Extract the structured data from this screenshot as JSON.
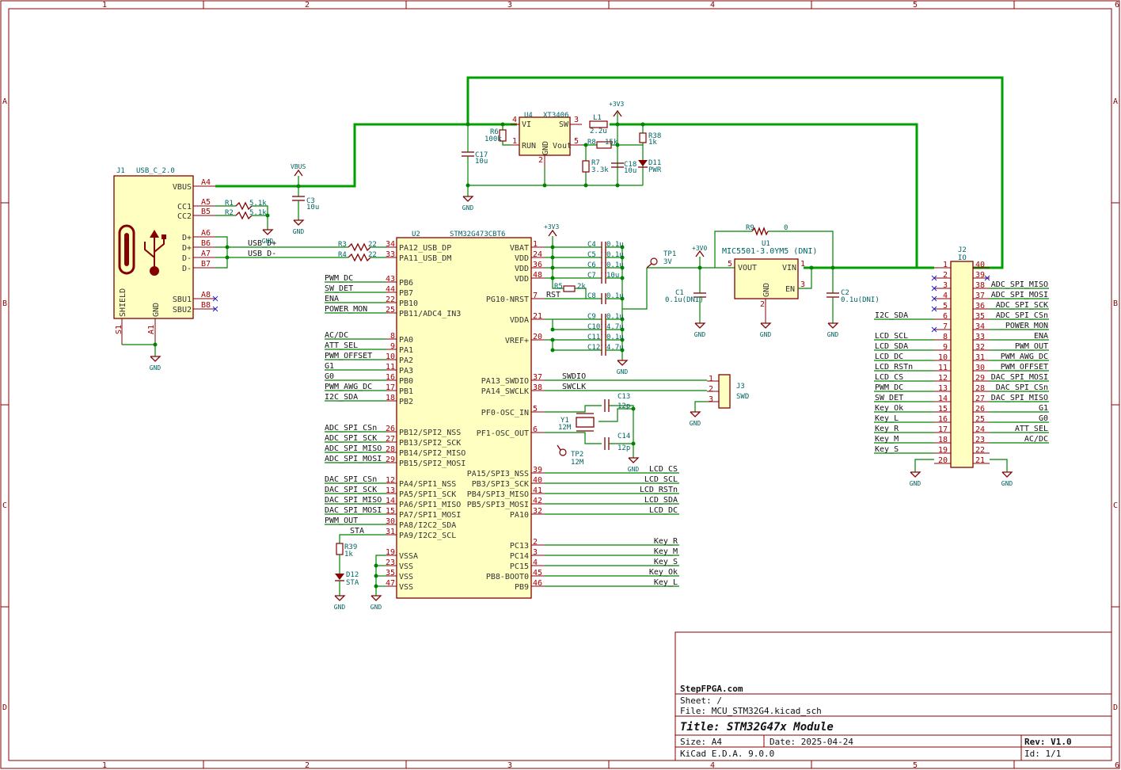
{
  "frame": {
    "columns": [
      "1",
      "2",
      "3",
      "4",
      "5",
      "6"
    ],
    "rows": [
      "A",
      "B",
      "C",
      "D"
    ]
  },
  "title_block": {
    "company": "StepFPGA.com",
    "sheet": "Sheet: /",
    "file": "File: MCU_STM32G4.kicad_sch",
    "title": "Title: STM32G47x Module",
    "size": "Size: A4",
    "date": "Date: 2025-04-24",
    "rev": "Rev: V1.0",
    "tool": "KiCad E.D.A. 9.0.0",
    "id": "Id: 1/1"
  },
  "usb": {
    "ref": "J1",
    "value": "USB_C_2.0",
    "pins": [
      {
        "num": "A4",
        "name": "VBUS"
      },
      {
        "num": "A5",
        "name": "CC1"
      },
      {
        "num": "B5",
        "name": "CC2"
      },
      {
        "num": "A6",
        "name": "D+"
      },
      {
        "num": "B6",
        "name": "D+"
      },
      {
        "num": "A7",
        "name": "D-"
      },
      {
        "num": "B7",
        "name": "D-"
      },
      {
        "num": "A8",
        "name": "SBU1"
      },
      {
        "num": "B8",
        "name": "SBU2"
      }
    ],
    "shield": "SHIELD",
    "gnd": "GND",
    "s1": "S1",
    "a1": "A1"
  },
  "nets_usb": {
    "dp": "USB_D+",
    "dm": "USB_D-"
  },
  "mcu": {
    "ref": "U2",
    "value": "STM32G473CBT6",
    "left_pins": [
      {
        "num": "34",
        "name": "PA12_USB_DP"
      },
      {
        "num": "33",
        "name": "PA11_USB_DM"
      },
      {
        "num": "43",
        "name": "PB6"
      },
      {
        "num": "44",
        "name": "PB7"
      },
      {
        "num": "22",
        "name": "PB10"
      },
      {
        "num": "25",
        "name": "PB11/ADC4_IN3"
      },
      {
        "num": "8",
        "name": "PA0"
      },
      {
        "num": "9",
        "name": "PA1"
      },
      {
        "num": "10",
        "name": "PA2"
      },
      {
        "num": "11",
        "name": "PA3"
      },
      {
        "num": "16",
        "name": "PB0"
      },
      {
        "num": "17",
        "name": "PB1"
      },
      {
        "num": "18",
        "name": "PB2"
      },
      {
        "num": "26",
        "name": "PB12/SPI2_NSS"
      },
      {
        "num": "27",
        "name": "PB13/SPI2_SCK"
      },
      {
        "num": "28",
        "name": "PB14/SPI2_MISO"
      },
      {
        "num": "29",
        "name": "PB15/SPI2_MOSI"
      },
      {
        "num": "12",
        "name": "PA4/SPI1_NSS"
      },
      {
        "num": "13",
        "name": "PA5/SPI1_SCK"
      },
      {
        "num": "14",
        "name": "PA6/SPI1_MISO"
      },
      {
        "num": "15",
        "name": "PA7/SPI1_MOSI"
      },
      {
        "num": "30",
        "name": "PA8/I2C2_SDA"
      },
      {
        "num": "31",
        "name": "PA9/I2C2_SCL"
      },
      {
        "num": "19",
        "name": "VSSA"
      },
      {
        "num": "23",
        "name": "VSS"
      },
      {
        "num": "35",
        "name": "VSS"
      },
      {
        "num": "47",
        "name": "VSS"
      }
    ],
    "left_nets": [
      "",
      "",
      "PWM_DC",
      "SW_DET",
      "ENA",
      "POWER_MON",
      "AC/DC",
      "ATT_SEL",
      "PWM_OFFSET",
      "G1",
      "G0",
      "PWM_AWG_DC",
      "I2C_SDA",
      "ADC_SPI_CSn",
      "ADC_SPI_SCK",
      "ADC_SPI_MISO",
      "ADC_SPI_MOSI",
      "DAC_SPI_CSn",
      "DAC_SPI_SCK",
      "DAC_SPI_MISO",
      "DAC_SPI_MOSI",
      "PWM_OUT",
      "STA",
      "",
      "",
      "",
      ""
    ],
    "right_pins": [
      {
        "num": "1",
        "name": "VBAT"
      },
      {
        "num": "24",
        "name": "VDD"
      },
      {
        "num": "36",
        "name": "VDD"
      },
      {
        "num": "48",
        "name": "VDD"
      },
      {
        "num": "7",
        "name": "PG10-NRST"
      },
      {
        "num": "21",
        "name": "VDDA"
      },
      {
        "num": "20",
        "name": "VREF+"
      },
      {
        "num": "37",
        "name": "PA13_SWDIO"
      },
      {
        "num": "38",
        "name": "PA14_SWCLK"
      },
      {
        "num": "5",
        "name": "PF0-OSC_IN"
      },
      {
        "num": "6",
        "name": "PF1-OSC_OUT"
      },
      {
        "num": "39",
        "name": "PA15/SPI3_NSS"
      },
      {
        "num": "40",
        "name": "PB3/SPI3_SCK"
      },
      {
        "num": "41",
        "name": "PB4/SPI3_MISO"
      },
      {
        "num": "42",
        "name": "PB5/SPI3_MOSI"
      },
      {
        "num": "32",
        "name": "PA10"
      },
      {
        "num": "2",
        "name": "PC13"
      },
      {
        "num": "3",
        "name": "PC14"
      },
      {
        "num": "4",
        "name": "PC15"
      },
      {
        "num": "45",
        "name": "PB8-BOOT0"
      },
      {
        "num": "46",
        "name": "PB9"
      }
    ],
    "right_nets": [
      "",
      "",
      "",
      "",
      "RST",
      "",
      "",
      "SWDIO",
      "SWCLK",
      "",
      "",
      "LCD_CS",
      "LCD_SCL",
      "LCD_RSTn",
      "LCD_SDA",
      "LCD_DC",
      "Key_R",
      "Key_M",
      "Key_S",
      "Key_Ok",
      "Key_L"
    ]
  },
  "regulator": {
    "ref": "U4",
    "value": "XT3406",
    "pins": [
      {
        "num": "4",
        "name": "VI"
      },
      {
        "num": "3",
        "name": "SW"
      },
      {
        "num": "1",
        "name": "RUN"
      },
      {
        "num": "5",
        "name": "Vout"
      },
      {
        "num": "2",
        "name": "GND"
      }
    ]
  },
  "ldo": {
    "ref": "U1",
    "value": "MIC5501-3.0YM5 (DNI)",
    "pins": [
      {
        "num": "5",
        "name": "VOUT"
      },
      {
        "num": "1",
        "name": "VIN"
      },
      {
        "num": "3",
        "name": "EN"
      },
      {
        "num": "2",
        "name": "GND"
      }
    ]
  },
  "swd": {
    "ref": "J3",
    "value": "SWD",
    "pins": [
      "1",
      "2",
      "3"
    ]
  },
  "io": {
    "ref": "J2",
    "value": "IO",
    "left_nums": [
      "1",
      "2",
      "3",
      "4",
      "5",
      "6",
      "7",
      "8",
      "9",
      "10",
      "11",
      "12",
      "13",
      "14",
      "15",
      "16",
      "17",
      "18",
      "19",
      "20"
    ],
    "right_nums": [
      "40",
      "39",
      "38",
      "37",
      "36",
      "35",
      "34",
      "33",
      "32",
      "31",
      "30",
      "29",
      "28",
      "27",
      "26",
      "25",
      "24",
      "23",
      "22",
      "21"
    ],
    "left_nets": [
      "",
      "",
      "",
      "",
      "",
      "I2C_SDA",
      "",
      "LCD_SCL",
      "LCD_SDA",
      "LCD_DC",
      "LCD_RSTn",
      "LCD_CS",
      "PWM_DC",
      "SW_DET",
      "Key_Ok",
      "Key_L",
      "Key_R",
      "Key_M",
      "Key_S",
      ""
    ],
    "right_nets": [
      "",
      "",
      "ADC_SPI_MISO",
      "ADC_SPI_MOSI",
      "ADC_SPI_SCK",
      "ADC_SPI_CSn",
      "POWER_MON",
      "ENA",
      "PWM_OUT",
      "PWM_AWG_DC",
      "PWM_OFFSET",
      "DAC_SPI_MOSI",
      "DAC_SPI_CSn",
      "DAC_SPI_MISO",
      "G1",
      "G0",
      "ATT_SEL",
      "AC/DC",
      "",
      ""
    ]
  },
  "parts": {
    "R1": {
      "ref": "R1",
      "val": "5.1k"
    },
    "R2": {
      "ref": "R2",
      "val": "5.1k"
    },
    "R3": {
      "ref": "R3",
      "val": "22"
    },
    "R4": {
      "ref": "R4",
      "val": "22"
    },
    "R5": {
      "ref": "R5",
      "val": "2k"
    },
    "R6": {
      "ref": "R6",
      "val": "100k"
    },
    "R7": {
      "ref": "R7",
      "val": "3.3k"
    },
    "R8": {
      "ref": "R8",
      "val": "15k"
    },
    "R9": {
      "ref": "R9",
      "val": "0"
    },
    "R38": {
      "ref": "R38",
      "val": "1k"
    },
    "R39": {
      "ref": "R39",
      "val": "1k"
    },
    "C1": {
      "ref": "C1",
      "val": "0.1u(DNI)"
    },
    "C2": {
      "ref": "C2",
      "val": "0.1u(DNI)"
    },
    "C3": {
      "ref": "C3",
      "val": "10u"
    },
    "C4": {
      "ref": "C4",
      "val": "0.1u"
    },
    "C5": {
      "ref": "C5",
      "val": "0.1u"
    },
    "C6": {
      "ref": "C6",
      "val": "0.1u"
    },
    "C7": {
      "ref": "C7",
      "val": "10u"
    },
    "C8": {
      "ref": "C8",
      "val": "0.1u"
    },
    "C9": {
      "ref": "C9",
      "val": "0.1u"
    },
    "C10": {
      "ref": "C10",
      "val": "4.7u"
    },
    "C11": {
      "ref": "C11",
      "val": "0.1u"
    },
    "C12": {
      "ref": "C12",
      "val": "4.7u"
    },
    "C13": {
      "ref": "C13",
      "val": "12p"
    },
    "C14": {
      "ref": "C14",
      "val": "12p"
    },
    "C17": {
      "ref": "C17",
      "val": "10u"
    },
    "C18": {
      "ref": "C18",
      "val": "10u"
    },
    "L1": {
      "ref": "L1",
      "val": "2.2u"
    },
    "Y1": {
      "ref": "Y1",
      "val": "12M"
    },
    "D11": {
      "ref": "D11",
      "val": "PWR"
    },
    "D12": {
      "ref": "D12",
      "val": "STA"
    },
    "TP1": {
      "ref": "TP1",
      "val": "3V"
    },
    "TP2": {
      "ref": "TP2",
      "val": "12M"
    }
  },
  "power": {
    "gnd": "GND",
    "vbus": "VBUS",
    "v33": "+3V3",
    "v30": "+3V0"
  }
}
